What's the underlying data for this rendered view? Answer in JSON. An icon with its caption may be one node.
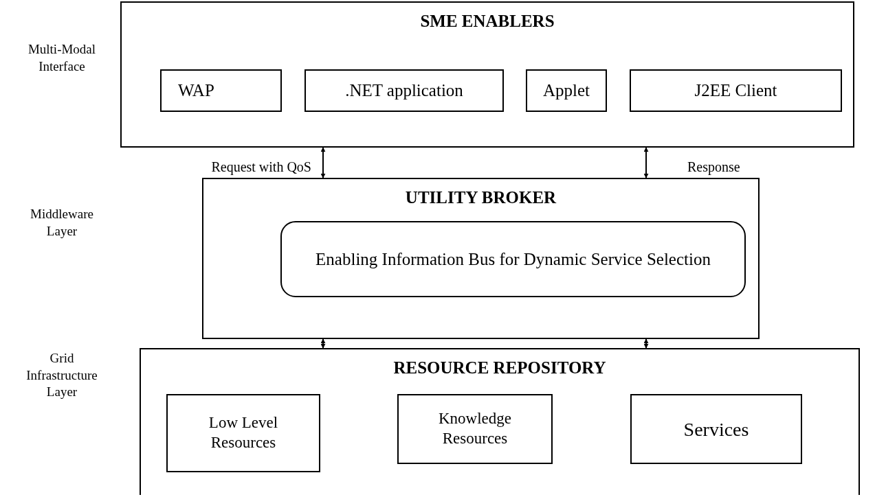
{
  "diagram": {
    "nodes": [
      {
        "text": [
          "SME ENABLERS"
        ]
      },
      {
        "text": [
          "WAP"
        ],
        "in": 0
      },
      {
        "text": [
          ".NET application"
        ],
        "in": 0
      },
      {
        "text": [
          "Applet"
        ],
        "in": 0
      },
      {
        "text": [
          "J2EE Client"
        ],
        "in": 0
      },
      {
        "text": [
          "UTILITY BROKER"
        ]
      },
      {
        "text": [
          "Enabling Information Bus for Dynamic Service Selection"
        ],
        "in": 5
      },
      {
        "text": [
          "RESOURCE REPOSITORY"
        ]
      },
      {
        "text": [
          "Low Level Resources"
        ],
        "in": 7
      },
      {
        "text": [
          "Knowledge Resources"
        ],
        "in": 7
      },
      {
        "text": [
          "Services"
        ],
        "in": 7
      }
    ],
    "edges": [
      {
        "from": 0,
        "to": 5,
        "arrow": "both",
        "label": "Request with QoS"
      },
      {
        "from": 0,
        "to": 5,
        "arrow": "both",
        "label": "Response"
      },
      {
        "from": 5,
        "to": 7,
        "arrow": "both"
      },
      {
        "from": 5,
        "to": 7,
        "arrow": "both"
      }
    ],
    "labels": [
      "Multi-Modal Interface",
      "Middleware Layer",
      "Grid Infrastructure Layer"
    ]
  }
}
